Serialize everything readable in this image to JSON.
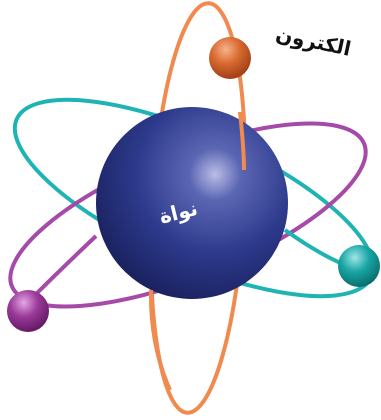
{
  "diagram": {
    "labels": {
      "electron": "الكترون",
      "nucleus": "نواة"
    },
    "colors": {
      "background": "#ffffff",
      "orbit_orange": "#f08a4f",
      "orbit_teal": "#1fb3b3",
      "orbit_purple": "#a54aa8",
      "nucleus_dark": "#1b2260",
      "nucleus_mid": "#2d3a8c",
      "nucleus_light": "#9fa6d6",
      "electron_orange": "#c8551f",
      "electron_teal": "#0f8f8f",
      "electron_purple": "#8a2d8a",
      "label_text": "#111111",
      "nucleus_text": "#ffffff"
    },
    "elements": [
      "nucleus",
      "orbit-orange",
      "orbit-teal",
      "orbit-purple",
      "electron-orange",
      "electron-teal",
      "electron-purple"
    ]
  }
}
